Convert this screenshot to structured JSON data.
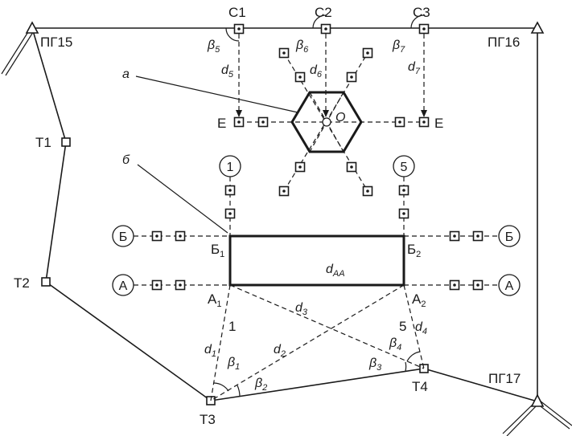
{
  "benchmarks": {
    "pg15": "ПГ15",
    "pg16": "ПГ16",
    "pg17": "ПГ17"
  },
  "traverse": {
    "t1": "Т1",
    "t2": "Т2",
    "t3": "Т3",
    "t4": "Т4"
  },
  "stations": {
    "c1": "С1",
    "c2": "С2",
    "c3": "С3"
  },
  "axes": {
    "one": "1",
    "five": "5",
    "a": "А",
    "b": "Б",
    "e": "Е",
    "center": "O"
  },
  "corners": {
    "a": "А",
    "b": "Б",
    "i1": "1",
    "i2": "2"
  },
  "callouts": {
    "a": "а",
    "b": "б"
  },
  "measure": {
    "d": "d",
    "beta": "β",
    "aa": "АА",
    "n1": "1",
    "n2": "2",
    "n3": "3",
    "n4": "4",
    "n5": "5",
    "n6": "6",
    "n7": "7"
  },
  "near_a1": "1",
  "near_a2": "5"
}
